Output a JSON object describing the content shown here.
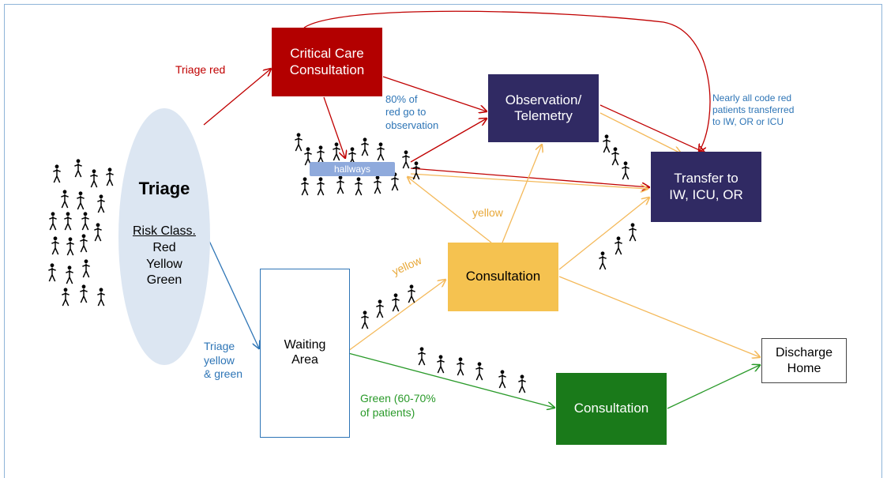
{
  "triage": {
    "title": "Triage",
    "risk_class": "Risk Class.",
    "red": "Red",
    "yellow": "Yellow",
    "green": "Green"
  },
  "boxes": {
    "critical_line1": "Critical Care",
    "critical_line2": "Consultation",
    "observation_line1": "Observation/",
    "observation_line2": "Telemetry",
    "transfer_line1": "Transfer to",
    "transfer_line2": "IW, ICU, OR",
    "consultation_yellow": "Consultation",
    "consultation_green": "Consultation",
    "waiting_line1": "Waiting",
    "waiting_line2": "Area",
    "discharge_line1": "Discharge",
    "discharge_line2": "Home",
    "hallways": "hallways"
  },
  "labels": {
    "triage_red": "Triage red",
    "triage_yellow_green_1": "Triage",
    "triage_yellow_green_2": "yellow",
    "triage_yellow_green_3": "& green",
    "red_obs_1": "80% of",
    "red_obs_2": "red go to",
    "red_obs_3": "observation",
    "code_red_1": "Nearly all code red",
    "code_red_2": "patients transferred",
    "code_red_3": "to IW, OR or ICU",
    "yellow_1": "yellow",
    "yellow_2": "yellow",
    "green_1": "Green (60-70%",
    "green_2": "of patients)"
  },
  "colors": {
    "red": "#b30000",
    "navy": "#302a63",
    "yellow": "#f5c250",
    "green": "#1a7a1a",
    "blue": "#2e75b6",
    "arrow_red": "#c00000",
    "arrow_orange": "#f4b95a",
    "arrow_green": "#2a9a2a",
    "arrow_blue": "#2e75b6",
    "label_red": "#c00000",
    "label_blue": "#2e75b6",
    "label_orange": "#e8a838",
    "label_green": "#2a9a2a"
  }
}
